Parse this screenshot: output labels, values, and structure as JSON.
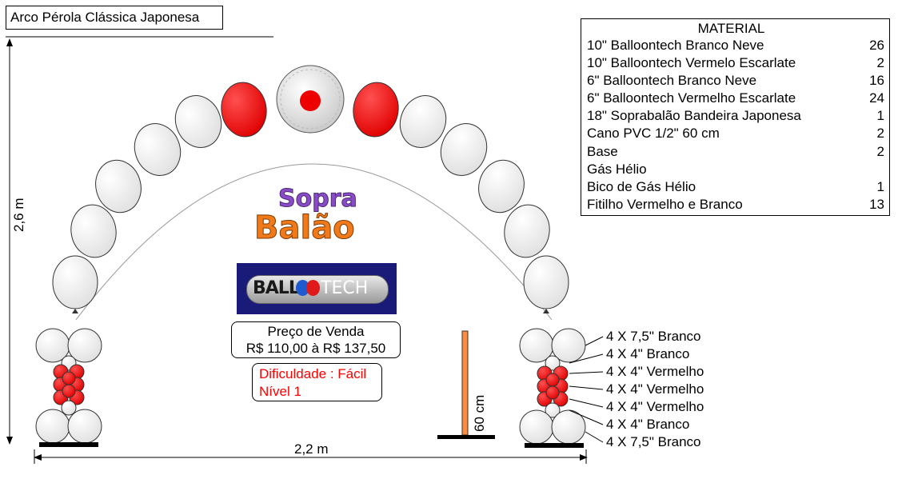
{
  "title": "Arco Pérola Clássica Japonesa",
  "material": {
    "header": "MATERIAL",
    "items": [
      {
        "name": "10\" Balloontech Branco Neve",
        "qty": "26"
      },
      {
        "name": "10\" Balloontech Vermelo Escarlate",
        "qty": "2"
      },
      {
        "name": "6\" Balloontech Branco Neve",
        "qty": "16"
      },
      {
        "name": "6\" Balloontech Vermelho Escarlate",
        "qty": "24"
      },
      {
        "name": "18\" Soprabalão Bandeira Japonesa",
        "qty": "1"
      },
      {
        "name": "Cano PVC 1/2\" 60 cm",
        "qty": "2"
      },
      {
        "name": "Base",
        "qty": "2"
      },
      {
        "name": "Gás Hélio",
        "qty": ""
      },
      {
        "name": "Bico de Gás Hélio",
        "qty": "1"
      },
      {
        "name": "Fitilho Vermelho e Branco",
        "qty": "13"
      }
    ]
  },
  "price": {
    "label": "Preço de Venda",
    "range": "R$ 110,00 à R$ 137,50"
  },
  "difficulty": {
    "line1": "Dificuldade : Fácil",
    "line2": "Nível 1"
  },
  "dimensions": {
    "height": "2,6 m",
    "width": "2,2 m",
    "pipe": "60 cm"
  },
  "column_legend": [
    "4 X 7,5\" Branco",
    "4 X 4\" Branco",
    "4 X 4\" Vermelho",
    "4 X 4\" Vermelho",
    "4 X 4\" Vermelho",
    "4 X 4\" Branco",
    "4 X 7,5\" Branco"
  ],
  "logos": {
    "soprabalao_top": "Sopra",
    "soprabalao_bottom": "Balão",
    "balloontech_a": "BALL",
    "balloontech_b": "TECH"
  },
  "colors": {
    "white_balloon": "#eeeeee",
    "red_balloon": "#ff0000",
    "outline": "#333333",
    "pipe": "#ff8c3a",
    "navy": "#1a1a78"
  }
}
